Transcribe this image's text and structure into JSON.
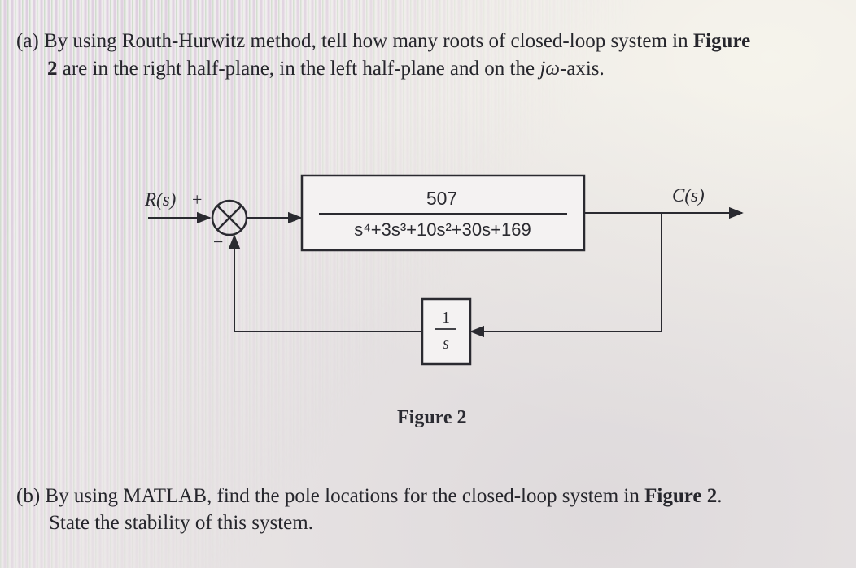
{
  "part_a": {
    "label": "(a)",
    "line1_text": "By using Routh-Hurwitz method, tell how many roots of closed-loop system in",
    "line1_bold": "Figure",
    "line2_bold": "2",
    "line2_text_before": "are in the right half-plane, in the left half-plane and on the",
    "line2_italic": "jω",
    "line2_text_after": "-axis."
  },
  "diagram": {
    "input_label": "R(s)",
    "plus_sign": "+",
    "minus_sign": "−",
    "output_label": "C(s)",
    "forward_block": {
      "numerator": "507",
      "denominator": "s⁴+3s³+10s²+30s+169"
    },
    "feedback_block": {
      "numerator": "1",
      "denominator": "s"
    },
    "colors": {
      "line": "#2a2a30",
      "block_fill": "#f4f2f2"
    }
  },
  "figure_caption": "Figure 2",
  "part_b": {
    "label": "(b)",
    "line1_text": "By using MATLAB, find the pole locations for the closed-loop system in",
    "line1_bold": "Figure 2",
    "line1_end": ".",
    "line2_text": "State the stability of this system."
  }
}
